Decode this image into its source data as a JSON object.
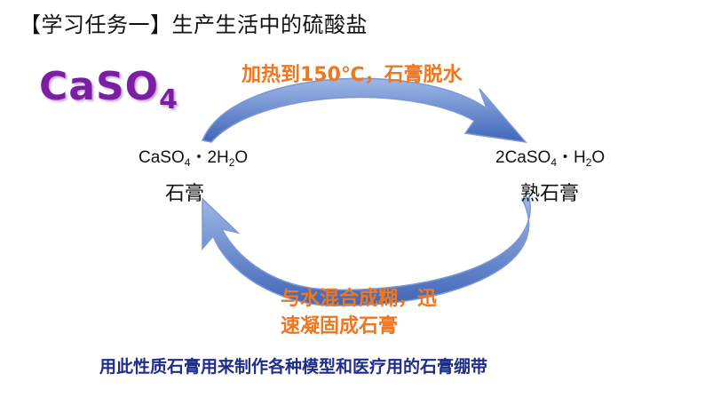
{
  "title": "【学习任务一】生产生活中的硫酸盐",
  "main_formula": {
    "text": "CaSO",
    "sub": "4"
  },
  "left_compound": {
    "formula_parts": [
      {
        "t": "CaSO"
      },
      {
        "s": "4"
      },
      {
        "t": "・2H"
      },
      {
        "s": "2"
      },
      {
        "t": "O"
      }
    ],
    "name": "石膏"
  },
  "right_compound": {
    "formula_parts": [
      {
        "t": "2CaSO"
      },
      {
        "s": "4"
      },
      {
        "t": "・H"
      },
      {
        "s": "2"
      },
      {
        "t": "O"
      }
    ],
    "name": "熟石膏"
  },
  "forward_condition": "加热到150℃，石膏脱水",
  "reverse_condition_line1": "与水混合成糊，迅",
  "reverse_condition_line2": "速凝固成石膏",
  "usage_note": "用此性质石膏用来制作各种模型和医疗用的石膏绷带",
  "colors": {
    "main_formula": "#7a1fa2",
    "condition_text": "#ee7722",
    "usage_note": "#1f2d8a",
    "arrow_fill": "#4a72c4",
    "arrow_edge": "#c9d6f0"
  }
}
